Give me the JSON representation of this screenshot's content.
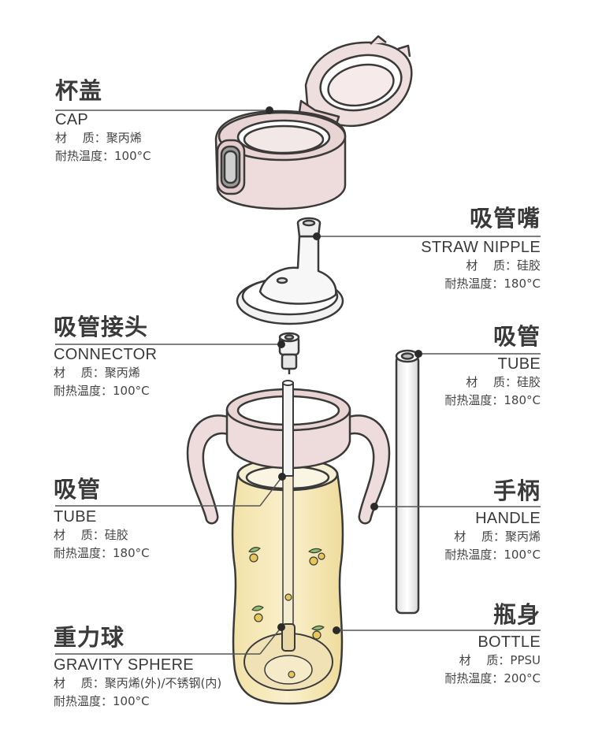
{
  "parts": {
    "cap": {
      "zh": "杯盖",
      "en": "CAP",
      "material": "材　 质：聚丙烯",
      "heat": "耐热温度：100°C"
    },
    "nipple": {
      "zh": "吸管嘴",
      "en": "STRAW NIPPLE",
      "material": "材　 质：硅胶",
      "heat": "耐热温度：180°C"
    },
    "connector": {
      "zh": "吸管接头",
      "en": "CONNECTOR",
      "material": "材　 质：聚丙烯",
      "heat": "耐热温度：100°C"
    },
    "tube_right": {
      "zh": "吸管",
      "en": "TUBE",
      "material": "材　 质：硅胶",
      "heat": "耐热温度：180°C"
    },
    "tube_left": {
      "zh": "吸管",
      "en": "TUBE",
      "material": "材　 质：硅胶",
      "heat": "耐热温度：180°C"
    },
    "handle": {
      "zh": "手柄",
      "en": "HANDLE",
      "material": "材　 质：聚丙烯",
      "heat": "耐热温度：100°C"
    },
    "bottle": {
      "zh": "瓶身",
      "en": "BOTTLE",
      "material": "材　 质：PPSU",
      "heat": "耐热温度：200°C"
    },
    "sphere": {
      "zh": "重力球",
      "en": "GRAVITY SPHERE",
      "material": "材　 质：聚丙烯(外)/不锈钢(内)",
      "heat": "耐热温度：100°C"
    }
  },
  "colors": {
    "pink": "#eedcdc",
    "pink_dark": "#d9bfc0",
    "bottle": "#f6ecc4",
    "outline": "#3a3a3a",
    "gray": "#cfcfcf"
  }
}
